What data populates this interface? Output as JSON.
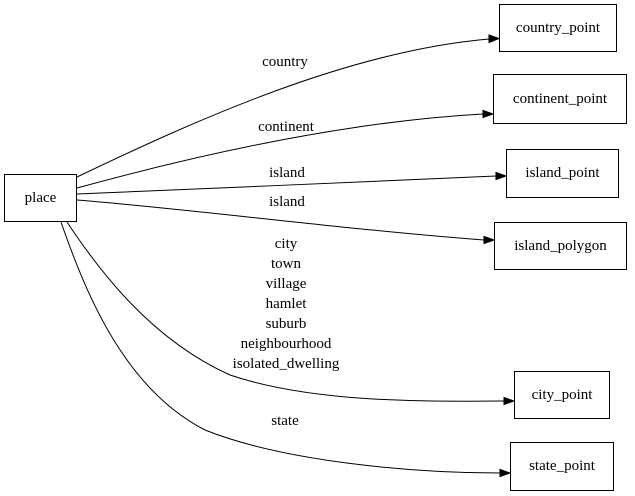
{
  "diagram": {
    "background_color": "#ffffff",
    "line_color": "#000000",
    "source_node": {
      "label": "place"
    },
    "nodes": [
      {
        "label": "country_point"
      },
      {
        "label": "continent_point"
      },
      {
        "label": "island_point"
      },
      {
        "label": "island_polygon"
      },
      {
        "label": "city_point"
      },
      {
        "label": "state_point"
      }
    ],
    "edge_labels": {
      "country": "country",
      "continent": "continent",
      "island_point": "island",
      "island_polygon": "island",
      "city_group": [
        "city",
        "town",
        "village",
        "hamlet",
        "suburb",
        "neighbourhood",
        "isolated_dwelling"
      ],
      "state": "state"
    }
  }
}
